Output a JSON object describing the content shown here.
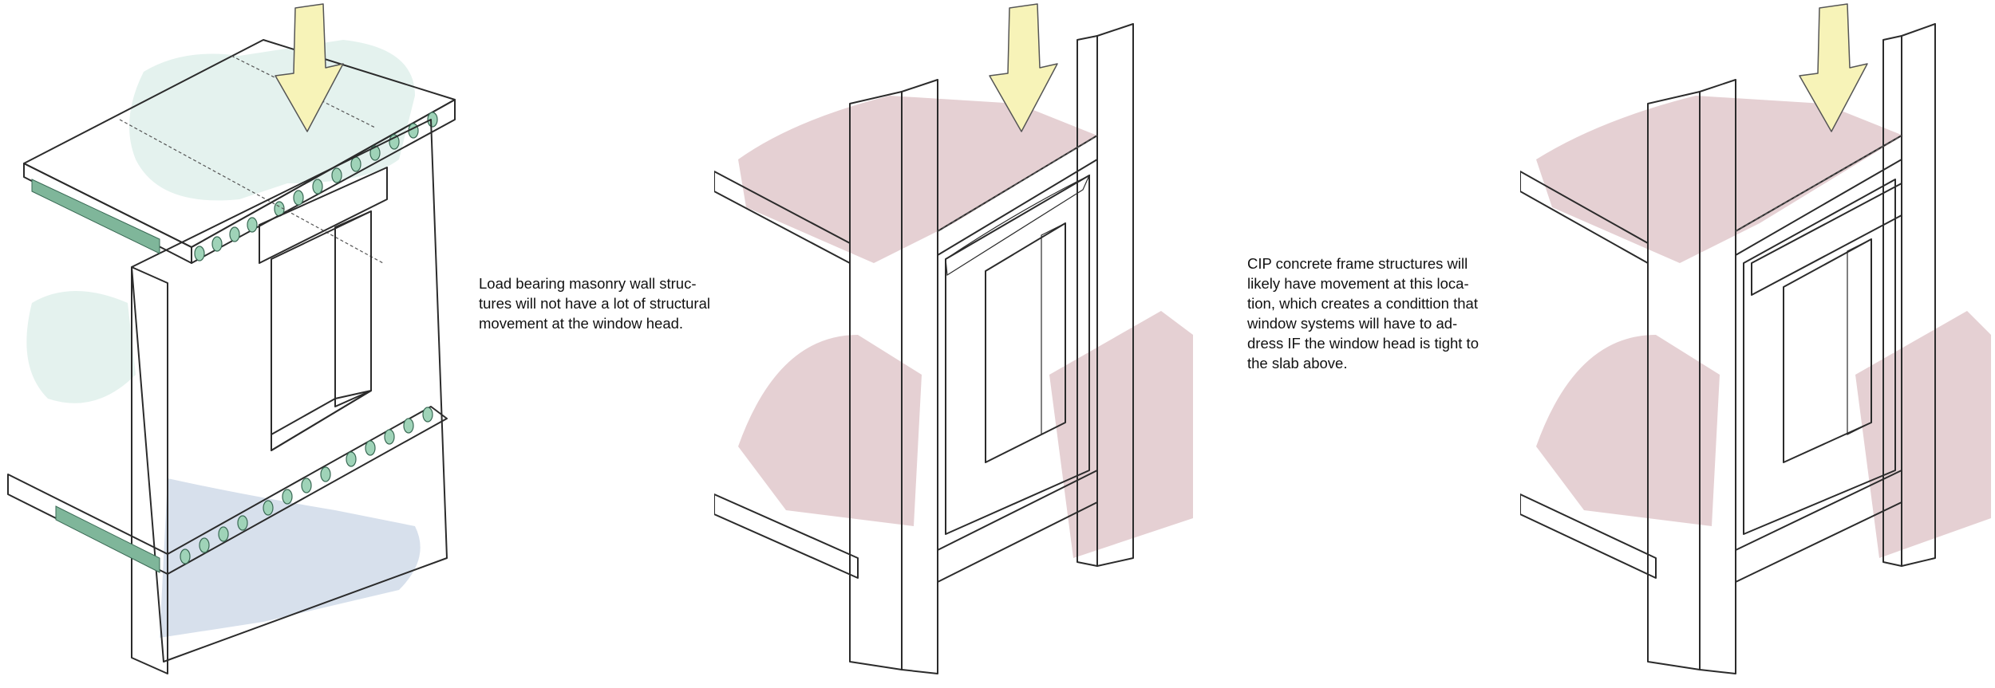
{
  "captions": {
    "masonry": {
      "lines": [
        "Load bearing masonry wall struc-",
        "tures will not have a lot of structural",
        "movement at the window head."
      ]
    },
    "concrete": {
      "lines": [
        "CIP concrete frame structures will",
        "likely have movement at this loca-",
        "tion, which creates a condittion that",
        "window systems will have to ad-",
        "dress IF the window head is tight to",
        "the slab above."
      ]
    }
  },
  "colors": {
    "masonry_wall": "#d4dde9",
    "masonry_slab": "#dff0ea",
    "plank_core": "#9fd3b8",
    "lintel": "#eef0d8",
    "arrow": "#f7f3b8",
    "concrete": "#e2cccf",
    "concrete_shadow": "#a48f95",
    "window_frame": "#d3dbe8",
    "movement_gap": "#ee7a82",
    "head_blocking": "#e9ebcd"
  },
  "icons": [
    "load-arrow-icon"
  ]
}
